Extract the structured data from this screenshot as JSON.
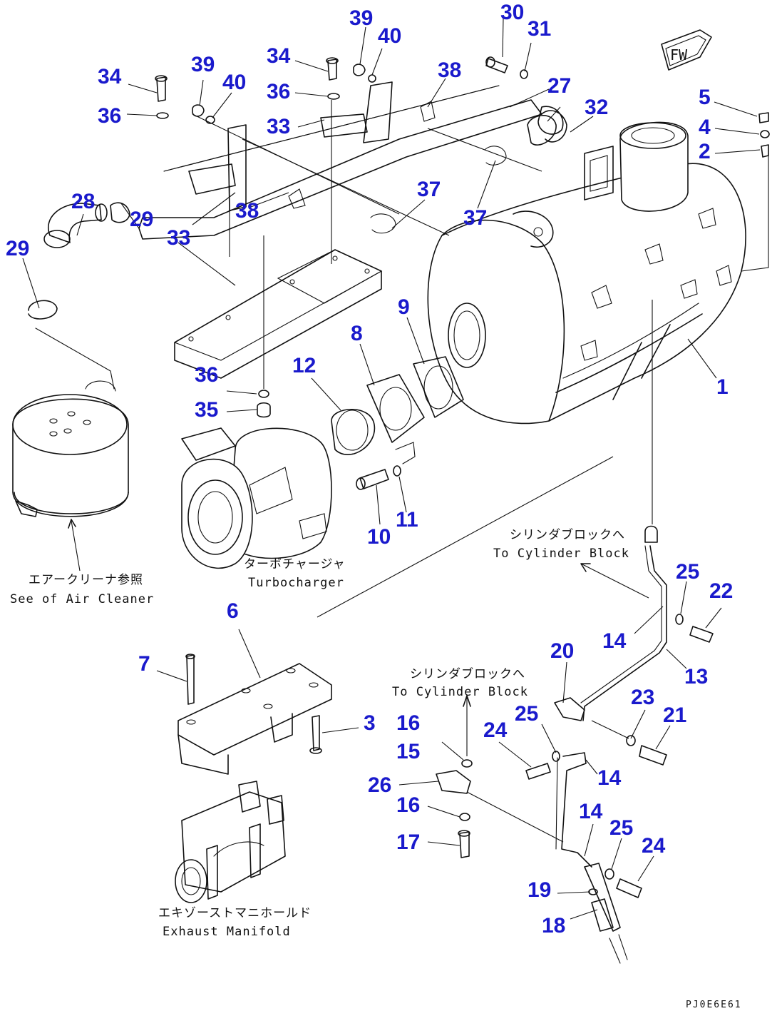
{
  "direction_marker": "FW",
  "drawing_code": "PJ0E6E61",
  "captions": {
    "air_cleaner_jp": "エアークリーナ参照",
    "air_cleaner_en": "See of Air Cleaner",
    "turbocharger_jp": "ターボチャージャ",
    "turbocharger_en": "Turbocharger",
    "cylinder_block_upper_jp": "シリンダブロックへ",
    "cylinder_block_upper_en": "To Cylinder Block",
    "cylinder_block_lower_jp": "シリンダブロックへ",
    "cylinder_block_lower_en": "To Cylinder Block",
    "exhaust_manifold_jp": "エキゾーストマニホールド",
    "exhaust_manifold_en": "Exhaust Manifold"
  },
  "callouts": {
    "c30": "30",
    "c31": "31",
    "c39a": "39",
    "c40a": "40",
    "c34a": "34",
    "c36a": "36",
    "c33a": "33",
    "c38a": "38",
    "c27": "27",
    "c32": "32",
    "c5": "5",
    "c4": "4",
    "c2": "2",
    "c34b": "34",
    "c36b": "36",
    "c39b": "39",
    "c40b": "40",
    "c28": "28",
    "c29a": "29",
    "c29b": "29",
    "c33b": "33",
    "c38b": "38",
    "c37a": "37",
    "c37b": "37",
    "c9": "9",
    "c8": "8",
    "c12": "12",
    "c36c": "36",
    "c35": "35",
    "c1": "1",
    "c10": "10",
    "c11": "11",
    "c25a": "25",
    "c22": "22",
    "c14a": "14",
    "c13": "13",
    "c6": "6",
    "c7": "7",
    "c3": "3",
    "c20": "20",
    "c23": "23",
    "c21": "21",
    "c16a": "16",
    "c15": "15",
    "c24a": "24",
    "c25b": "25",
    "c14b": "14",
    "c26": "26",
    "c16b": "16",
    "c17": "17",
    "c14c": "14",
    "c25c": "25",
    "c24b": "24",
    "c19": "19",
    "c18": "18"
  }
}
